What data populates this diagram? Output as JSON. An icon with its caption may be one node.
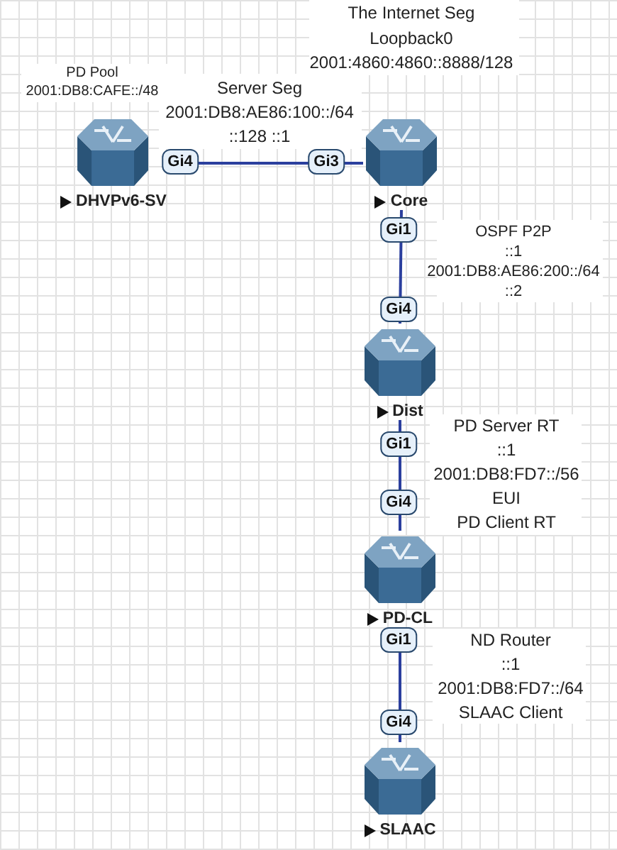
{
  "diagram": {
    "nodes": [
      {
        "text": [
          "DHVPv6-SV"
        ]
      },
      {
        "text": [
          "Core"
        ]
      },
      {
        "text": [
          "Dist"
        ]
      },
      {
        "text": [
          "PD-CL"
        ]
      },
      {
        "text": [
          "SLAAC"
        ]
      }
    ],
    "edges": [
      {
        "from": 0,
        "to": 1,
        "arrow": "none"
      },
      {
        "from": 1,
        "to": 2,
        "arrow": "none"
      },
      {
        "from": 2,
        "to": 3,
        "arrow": "none"
      },
      {
        "from": 3,
        "to": 4,
        "arrow": "none"
      }
    ],
    "labels": [
      "The Internet Seg",
      "Loopback0",
      "2001:4860:4860::8888/128",
      "PD Pool",
      "2001:DB8:CAFE::/48",
      "Server Seg",
      "2001:DB8:AE86:100::/64",
      "::128 ::1",
      "Gi4",
      "Gi3",
      "Gi1",
      "OSPF P2P",
      "::1",
      "2001:DB8:AE86:200::/64",
      "::2",
      "Gi4",
      "PD Server RT",
      "Gi1",
      "::1",
      "2001:DB8:FD7::/56",
      "Gi4",
      "EUI",
      "PD Client RT",
      "Gi1",
      "ND Router",
      "::1",
      "2001:DB8:FD7::/64",
      "Gi4",
      "SLAAC Client"
    ]
  }
}
